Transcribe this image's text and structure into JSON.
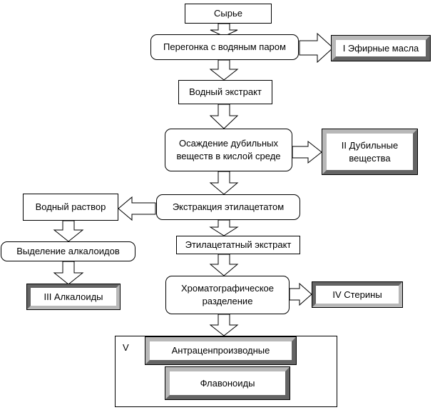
{
  "diagram": {
    "nodes": {
      "raw": "Сырье",
      "steam": "Перегонка с водяным паром",
      "essential_oils": "I Эфирные масла",
      "water_extract": "Водный экстракт",
      "tannin_precip": "Осаждение дубильных веществ в кислой среде",
      "tannins": "II Дубильные вещества",
      "ethyl_extraction": "Экстракция этилацетатом",
      "aqueous_solution": "Водный раствор",
      "alkaloid_isolation": "Выделение алкалоидов",
      "alkaloids": "III Алкалоиды",
      "ethyl_extract": "Этилацетатный экстракт",
      "chrom": "Хроматографическое разделение",
      "sterols": "IV Стерины",
      "group_label": "V",
      "anthra": "Антраценпроизводные",
      "flavonoids": "Флавоноиды"
    }
  }
}
